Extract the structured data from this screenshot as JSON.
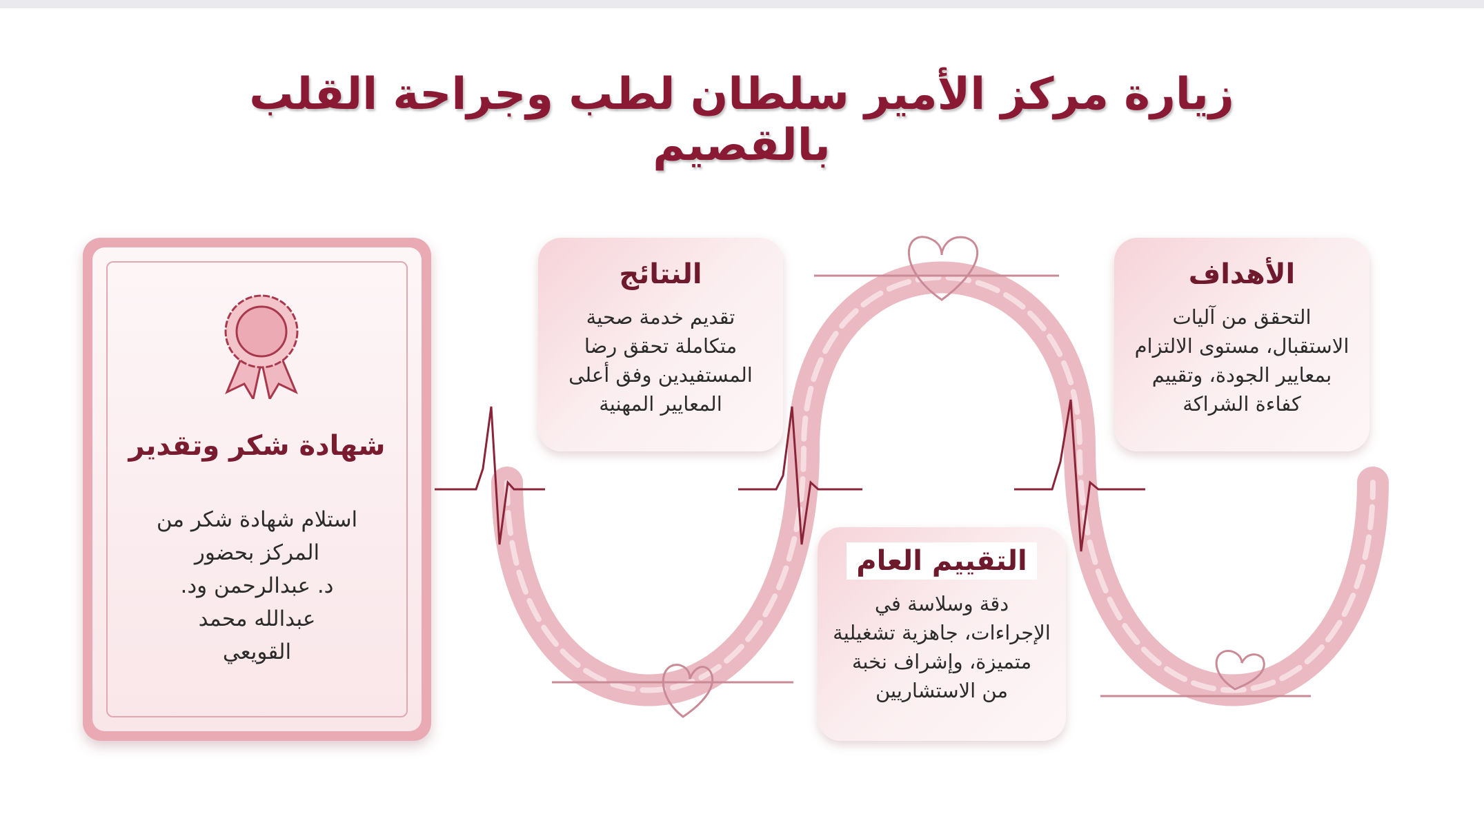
{
  "title": "زيارة مركز الأمير سلطان لطب وجراحة القلب بالقصيم",
  "colors": {
    "title": "#8a1a34",
    "accent": "#e8b4bd",
    "heading": "#6e1a2c"
  },
  "certificate": {
    "icon": "award-ribbon-icon",
    "heading": "شهادة شكر وتقدير",
    "lines": [
      "استلام شهادة شكر من",
      "المركز بحضور",
      "د. عبدالرحمن ود.",
      "عبدالله محمد",
      "القويعي"
    ]
  },
  "results": {
    "heading": "النتائج",
    "lines": [
      "تقديم خدمة صحية",
      "متكاملة تحقق رضا",
      "المستفيدين وفق أعلى",
      "المعايير المهنية"
    ]
  },
  "goals": {
    "heading": "الأهداف",
    "lines": [
      "التحقق من آليات",
      "الاستقبال، مستوى الالتزام",
      "بمعايير الجودة، وتقييم",
      "كفاءة الشراكة"
    ]
  },
  "evaluation": {
    "heading": "التقييم العام",
    "lines": [
      "دقة وسلاسة في",
      "الإجراءات، جاهزية تشغيلية",
      "متميزة، وإشراف نخبة",
      "من الاستشاريين"
    ]
  }
}
